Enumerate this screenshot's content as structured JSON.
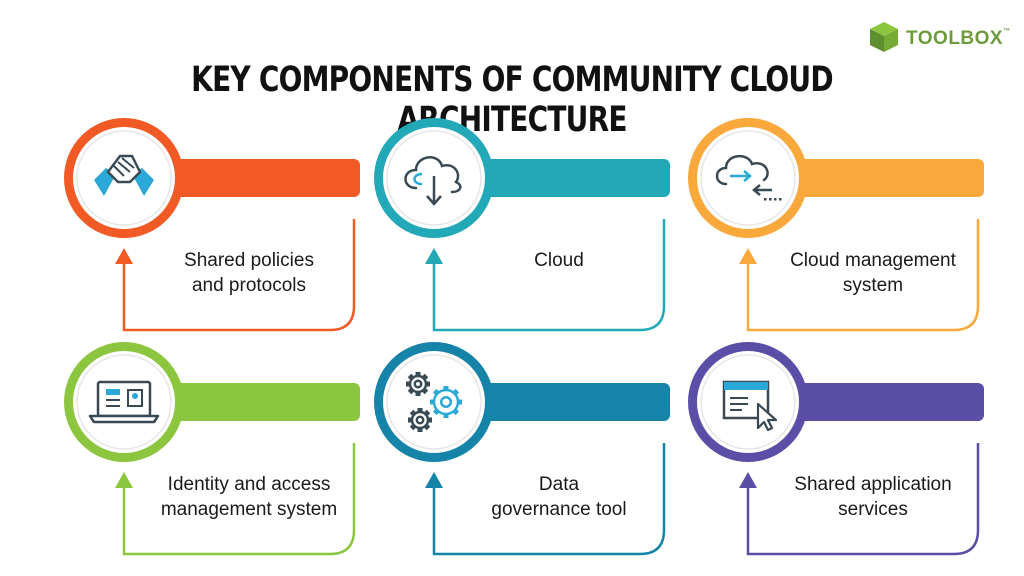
{
  "brand": {
    "name": "TOOLBOX",
    "trademark": "™",
    "color": "#6d9a3b"
  },
  "title": "KEY COMPONENTS OF COMMUNITY CLOUD ARCHITECTURE",
  "components": [
    {
      "lines": [
        "Shared policies",
        "and protocols"
      ],
      "color": "#f15a24",
      "icon": "handshake-icon"
    },
    {
      "lines": [
        "Cloud"
      ],
      "color": "#22a8b6",
      "icon": "cloud-download-icon"
    },
    {
      "lines": [
        "Cloud management",
        "system"
      ],
      "color": "#f9a93c",
      "icon": "cloud-transfer-icon"
    },
    {
      "lines": [
        "Identity and access",
        "management system"
      ],
      "color": "#8cc63f",
      "icon": "laptop-id-icon"
    },
    {
      "lines": [
        "Data",
        "governance tool"
      ],
      "color": "#1683a8",
      "icon": "gears-icon"
    },
    {
      "lines": [
        "Shared application",
        "services"
      ],
      "color": "#5a4ea6",
      "icon": "app-window-cursor-icon"
    }
  ]
}
